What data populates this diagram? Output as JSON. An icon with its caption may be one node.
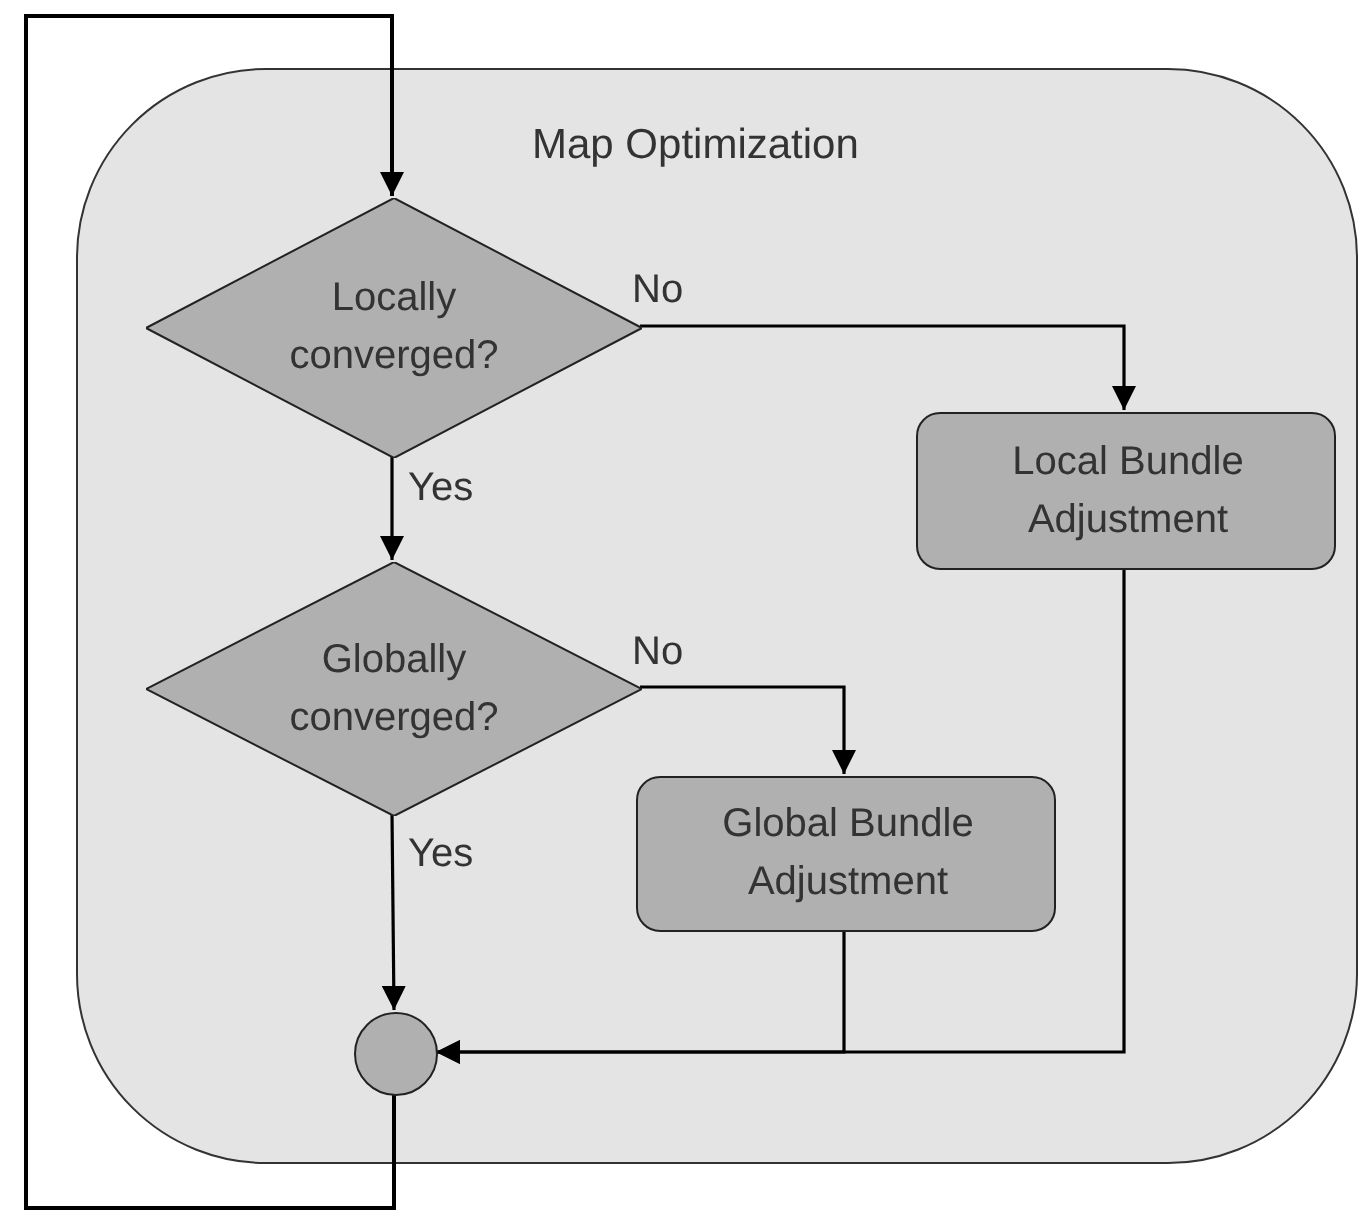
{
  "diagram": {
    "nodes": [
      {
        "text": [
          "Map Optimization"
        ]
      },
      {
        "text": [
          "Locally converged?"
        ],
        "in": 0
      },
      {
        "text": [
          "Local Bundle Adjustment"
        ],
        "in": 0
      },
      {
        "text": [
          "Globally converged?"
        ],
        "in": 0
      },
      {
        "text": [
          "Global Bundle Adjustment"
        ],
        "in": 0
      },
      {
        "text": [],
        "shape": "circle",
        "in": 0
      }
    ],
    "edges": [
      {
        "from": 5,
        "to": 1,
        "arrow": "to"
      },
      {
        "from": 1,
        "to": 2,
        "arrow": "to",
        "label": "No"
      },
      {
        "from": 1,
        "to": 3,
        "arrow": "to",
        "label": "Yes"
      },
      {
        "from": 3,
        "to": 4,
        "arrow": "to",
        "label": "No"
      },
      {
        "from": 3,
        "to": 5,
        "arrow": "to",
        "label": "Yes"
      },
      {
        "from": 2,
        "to": 5,
        "arrow": "to"
      },
      {
        "from": 4,
        "to": 5,
        "arrow": "to"
      }
    ]
  }
}
